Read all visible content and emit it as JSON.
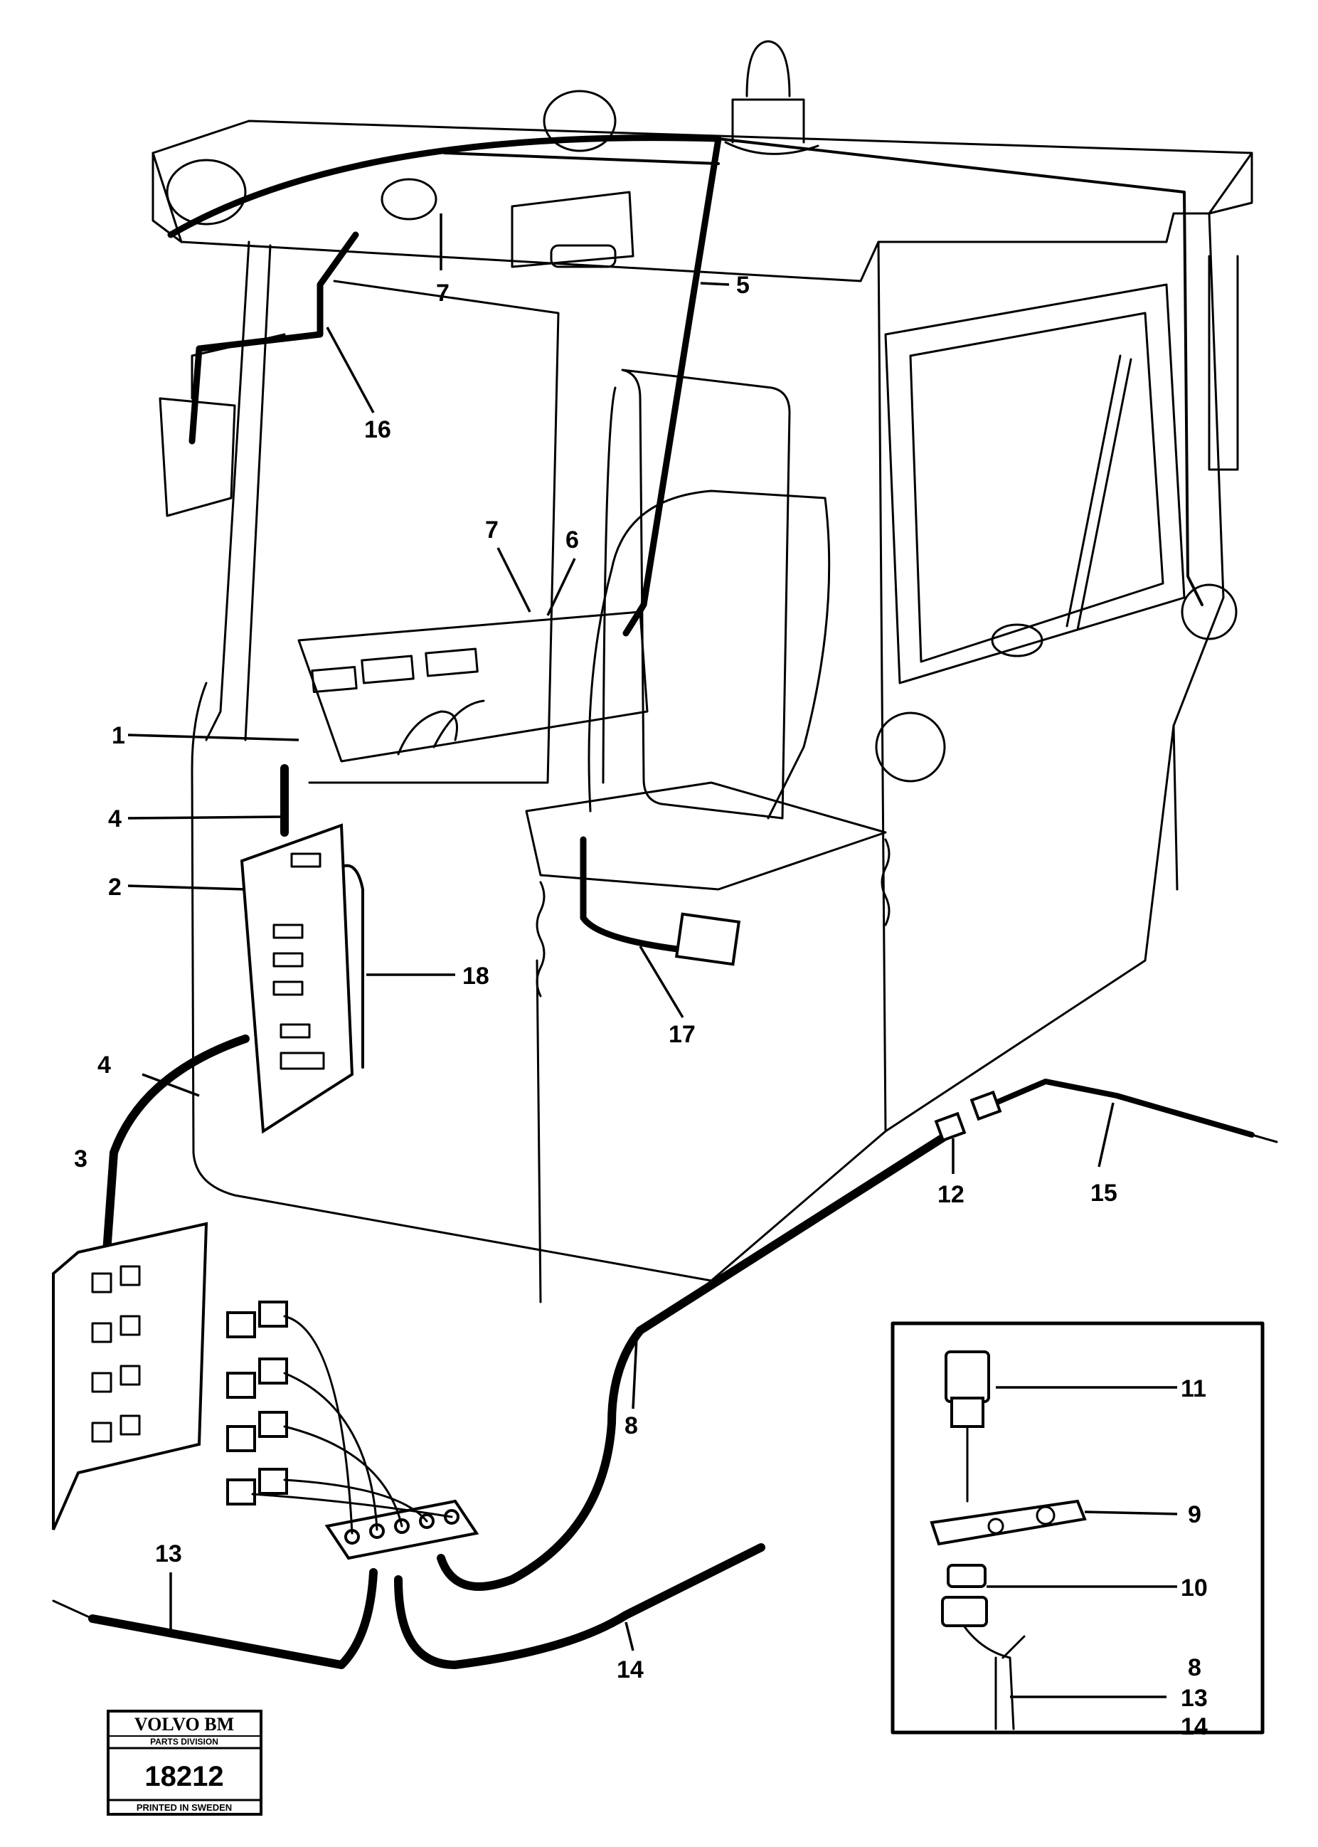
{
  "callouts": {
    "c1": "1",
    "c2": "2",
    "c3": "3",
    "c4a": "4",
    "c4b": "4",
    "c5": "5",
    "c6": "6",
    "c7a": "7",
    "c7b": "7",
    "c8": "8",
    "c12": "12",
    "c13": "13",
    "c14": "14",
    "c15": "15",
    "c16": "16",
    "c17": "17",
    "c18": "18"
  },
  "inset": {
    "c11": "11",
    "c9": "9",
    "c10": "10",
    "c8": "8",
    "c13": "13",
    "c14": "14"
  },
  "stamp": {
    "brand": "VOLVO BM",
    "division": "PARTS DIVISION",
    "number": "18212",
    "footer": "PRINTED IN SWEDEN"
  }
}
